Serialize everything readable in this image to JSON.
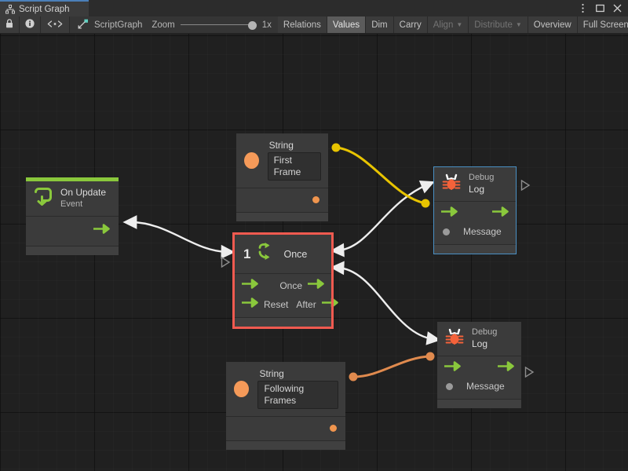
{
  "window": {
    "tab_label": "Script Graph",
    "tab_icon": "script-graph-icon",
    "controls": [
      {
        "name": "more-options-icon",
        "glyph": "⋮"
      },
      {
        "name": "maximize-icon",
        "glyph": "□"
      },
      {
        "name": "close-icon",
        "glyph": "✕"
      }
    ]
  },
  "toolbar": {
    "lock_icon": "lock-icon",
    "info_icon": "info-icon",
    "code_icon": "angle-brackets-icon",
    "graph_icon": "scriptgraph-icon",
    "graph_name": "ScriptGraph",
    "zoom_label": "Zoom",
    "zoom_value": "1x",
    "buttons": [
      {
        "label": "Relations",
        "state": "normal"
      },
      {
        "label": "Values",
        "state": "active"
      },
      {
        "label": "Dim",
        "state": "normal"
      },
      {
        "label": "Carry",
        "state": "normal"
      },
      {
        "label": "Align",
        "state": "disabled",
        "dropdown": true
      },
      {
        "label": "Distribute",
        "state": "disabled",
        "dropdown": true
      },
      {
        "label": "Overview",
        "state": "normal"
      },
      {
        "label": "Full Screen",
        "state": "normal"
      }
    ]
  },
  "graph": {
    "nodes": [
      {
        "id": "on-update",
        "name": "node-on-update",
        "kind": "event",
        "title": "On Update",
        "subtitle": "Event",
        "icon": "on-update-event-icon",
        "accent_color": "#8ac83c",
        "selected": false,
        "ports": {
          "out_flow": ""
        }
      },
      {
        "id": "string-first-frame",
        "name": "node-string-first-frame",
        "kind": "literal",
        "title": "String",
        "value": "First Frame",
        "icon": "string-literal-icon",
        "selected": false,
        "port_color": "#f0954e"
      },
      {
        "id": "once",
        "name": "node-once",
        "kind": "control",
        "title": "Once",
        "badge": "1",
        "icon": "once-loop-icon",
        "selected": true,
        "selection_color": "#f05a50",
        "ports": {
          "in_flow": "",
          "in_reset": "Reset",
          "out_once": "Once",
          "out_after": "After"
        }
      },
      {
        "id": "string-following-frames",
        "name": "node-string-following-frames",
        "kind": "literal",
        "title": "String",
        "value": "Following Frames",
        "icon": "string-literal-icon",
        "selected": false,
        "port_color": "#f0954e"
      },
      {
        "id": "debug-log-1",
        "name": "node-debug-log-top",
        "kind": "unit",
        "title": "Debug",
        "subtitle": "Log",
        "icon": "debug-bug-icon",
        "selected": true,
        "selection_color": "#4a90c4",
        "ports": {
          "in_flow": "",
          "out_flow": "",
          "in_message": "Message"
        }
      },
      {
        "id": "debug-log-2",
        "name": "node-debug-log-bottom",
        "kind": "unit",
        "title": "Debug",
        "subtitle": "Log",
        "icon": "debug-bug-icon",
        "selected": false,
        "ports": {
          "in_flow": "",
          "out_flow": "",
          "in_message": "Message"
        }
      }
    ],
    "connections": [
      {
        "from": "on-update.out_flow",
        "to": "once.in_flow",
        "type": "flow",
        "color": "#eeeeee"
      },
      {
        "from": "once.out_once",
        "to": "debug-log-1.in_flow",
        "type": "flow",
        "color": "#eeeeee"
      },
      {
        "from": "once.out_after",
        "to": "debug-log-2.in_flow",
        "type": "flow",
        "color": "#eeeeee"
      },
      {
        "from": "string-first-frame.out_value",
        "to": "debug-log-1.in_message",
        "type": "value",
        "color": "#e8c400"
      },
      {
        "from": "string-following-frames.out_value",
        "to": "debug-log-2.in_message",
        "type": "value",
        "color": "#e08a4e"
      }
    ]
  },
  "colors": {
    "canvas_bg": "#202020",
    "node_bg": "#3b3b3b",
    "green": "#8ac83c",
    "orange": "#f0954e",
    "yellow": "#e8c400",
    "red_selection": "#f05a50",
    "blue_selection": "#4a90c4"
  }
}
